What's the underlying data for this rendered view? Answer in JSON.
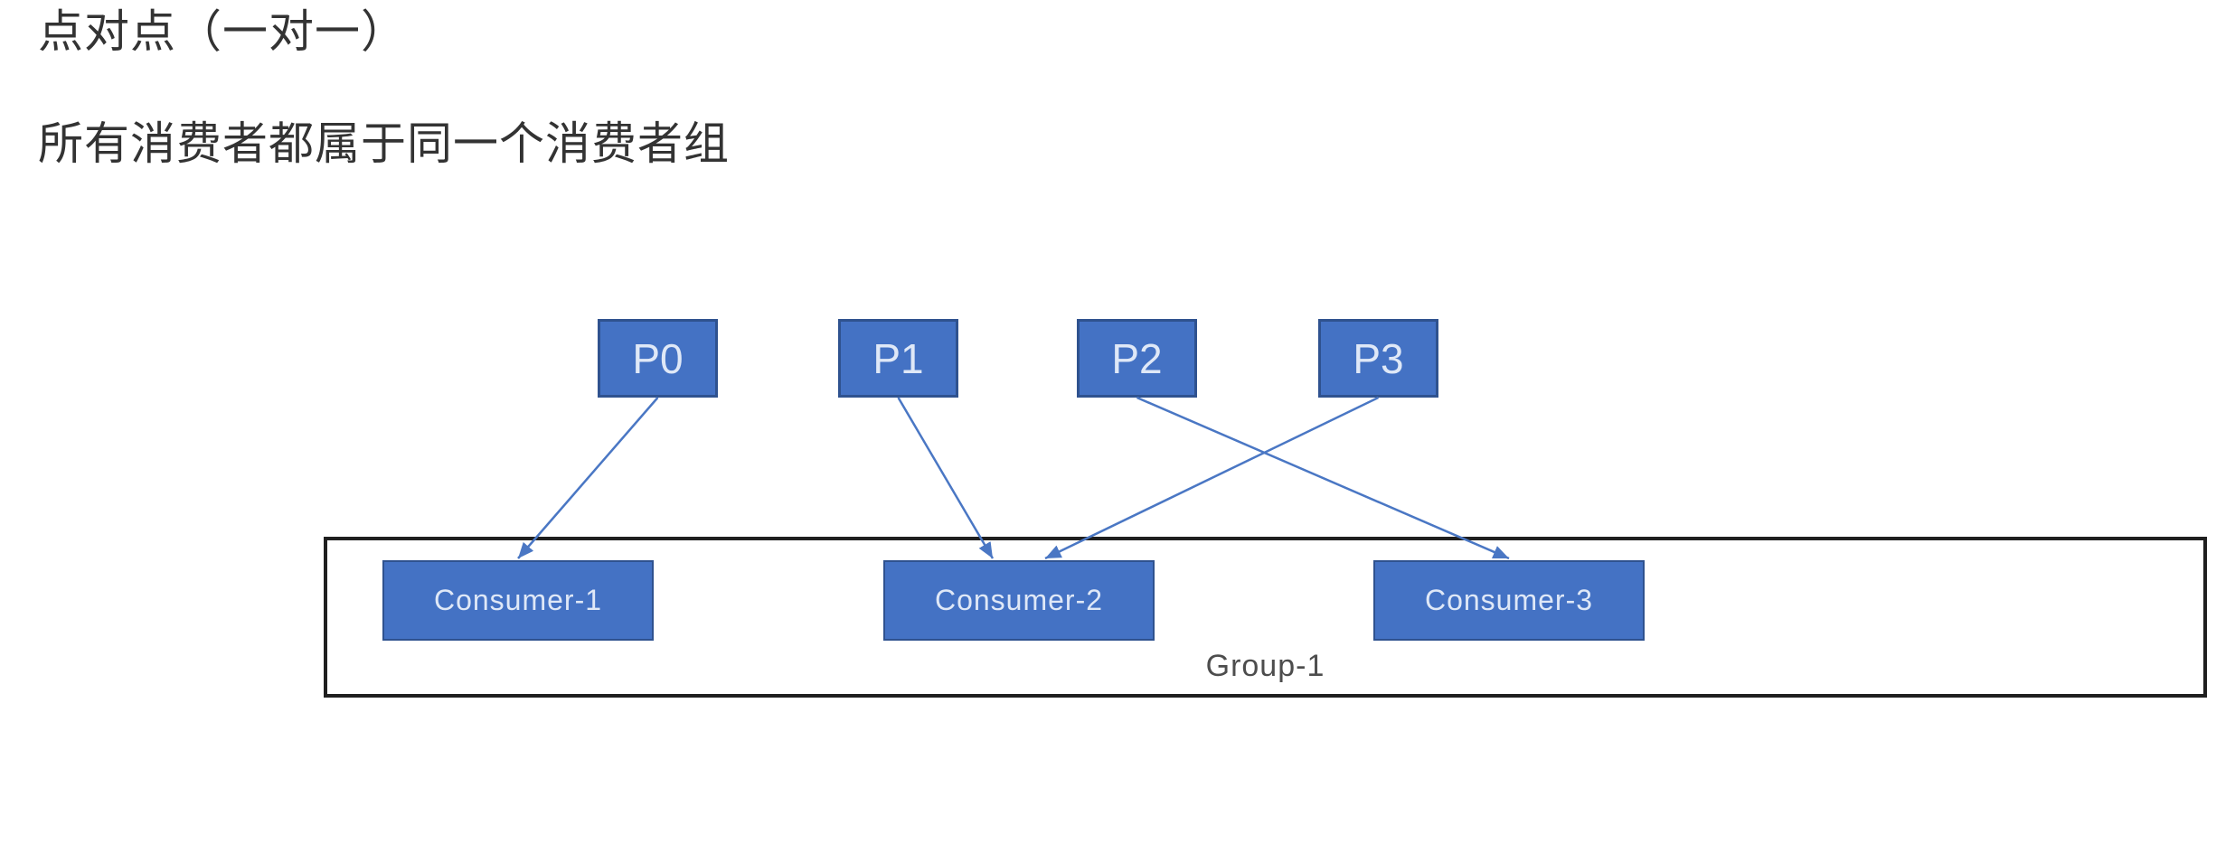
{
  "page": {
    "title": "点对点（一对一）",
    "subtitle": "所有消费者都属于同一个消费者组"
  },
  "diagram": {
    "partitions": [
      {
        "id": "P0",
        "label": "P0"
      },
      {
        "id": "P1",
        "label": "P1"
      },
      {
        "id": "P2",
        "label": "P2"
      },
      {
        "id": "P3",
        "label": "P3"
      }
    ],
    "group": {
      "label": "Group-1"
    },
    "consumers": [
      {
        "id": "Consumer-1",
        "label": "Consumer-1"
      },
      {
        "id": "Consumer-2",
        "label": "Consumer-2"
      },
      {
        "id": "Consumer-3",
        "label": "Consumer-3"
      }
    ],
    "edges": [
      {
        "from": "P0",
        "to": "Consumer-1"
      },
      {
        "from": "P1",
        "to": "Consumer-2"
      },
      {
        "from": "P2",
        "to": "Consumer-3"
      },
      {
        "from": "P3",
        "to": "Consumer-2"
      }
    ],
    "colors": {
      "node_fill": "#4472C4",
      "node_border": "#2F528F",
      "node_text": "#DFE8F7",
      "arrow": "#4A77C4",
      "group_border": "#1F1F1F",
      "group_label_text": "#4D4D4D",
      "heading_text": "#333333"
    }
  }
}
